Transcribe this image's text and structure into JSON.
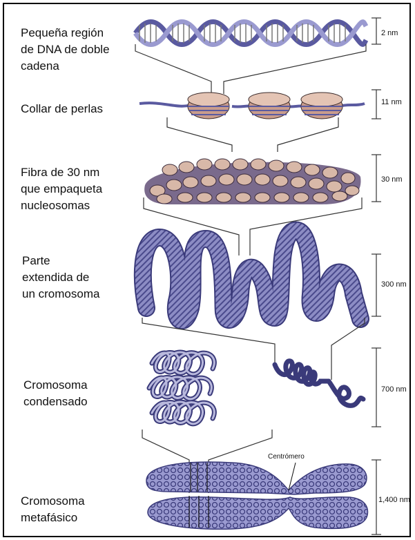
{
  "levels": [
    {
      "label": "Pequeña región\nde DNA de doble\ncadena",
      "scale": "2 nm"
    },
    {
      "label": "Collar de perlas",
      "scale": "11 nm"
    },
    {
      "label": "Fibra de 30 nm\nque empaqueta\nnucleosomas",
      "scale": "30 nm"
    },
    {
      "label": "Parte\nextendida de\nun cromosoma",
      "scale": "300 nm"
    },
    {
      "label": "Cromosoma\ncondensado",
      "scale": "700 nm"
    },
    {
      "label": "Cromosoma\nmetafásico",
      "scale": "1,400 nm"
    }
  ],
  "annotations": {
    "centromere": "Centrómero"
  },
  "colors": {
    "fiber": "#5a5aa0",
    "fiber_light": "#b9b9dd",
    "nucleosome": "#c99c8c",
    "outline": "#2b2b55"
  }
}
